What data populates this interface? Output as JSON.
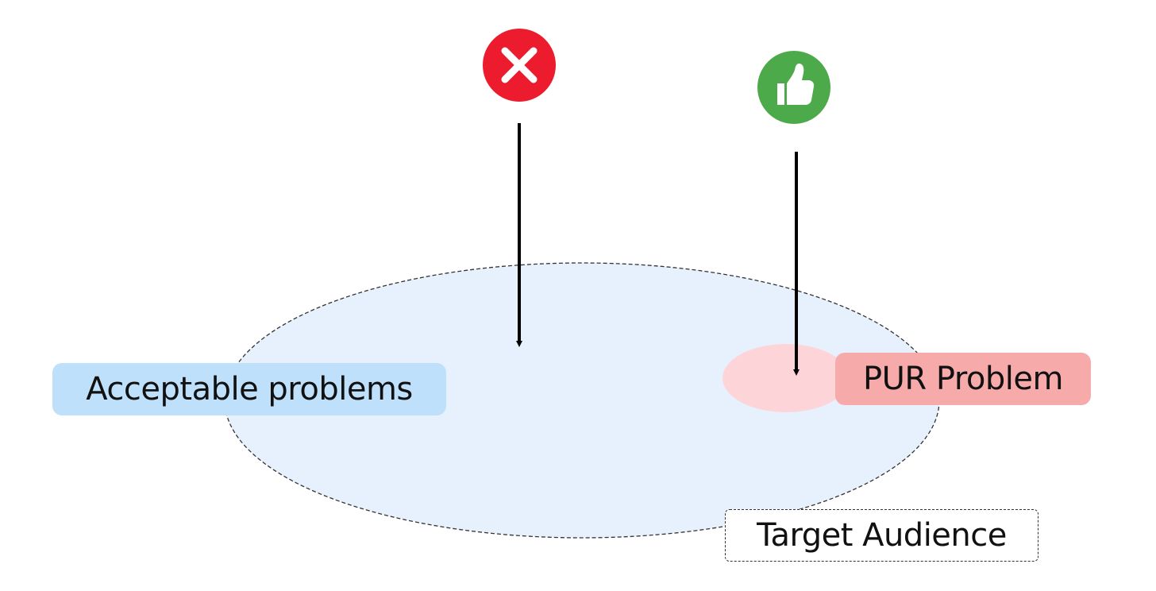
{
  "labels": {
    "acceptable": "Acceptable problems",
    "pur": "PUR Problem",
    "target": "Target Audience"
  },
  "icons": {
    "reject": "x-circle-icon",
    "approve": "thumbs-up-icon"
  },
  "colors": {
    "target_region_fill": "#e6f1fd",
    "target_region_stroke": "#333333",
    "pur_region_fill": "#fdd5d8",
    "acceptable_label_bg": "#bfe0fb",
    "pur_label_bg": "#f7aaaa",
    "reject_icon": "#ec1c2e",
    "approve_icon": "#4caa4a",
    "arrow": "#000000"
  }
}
